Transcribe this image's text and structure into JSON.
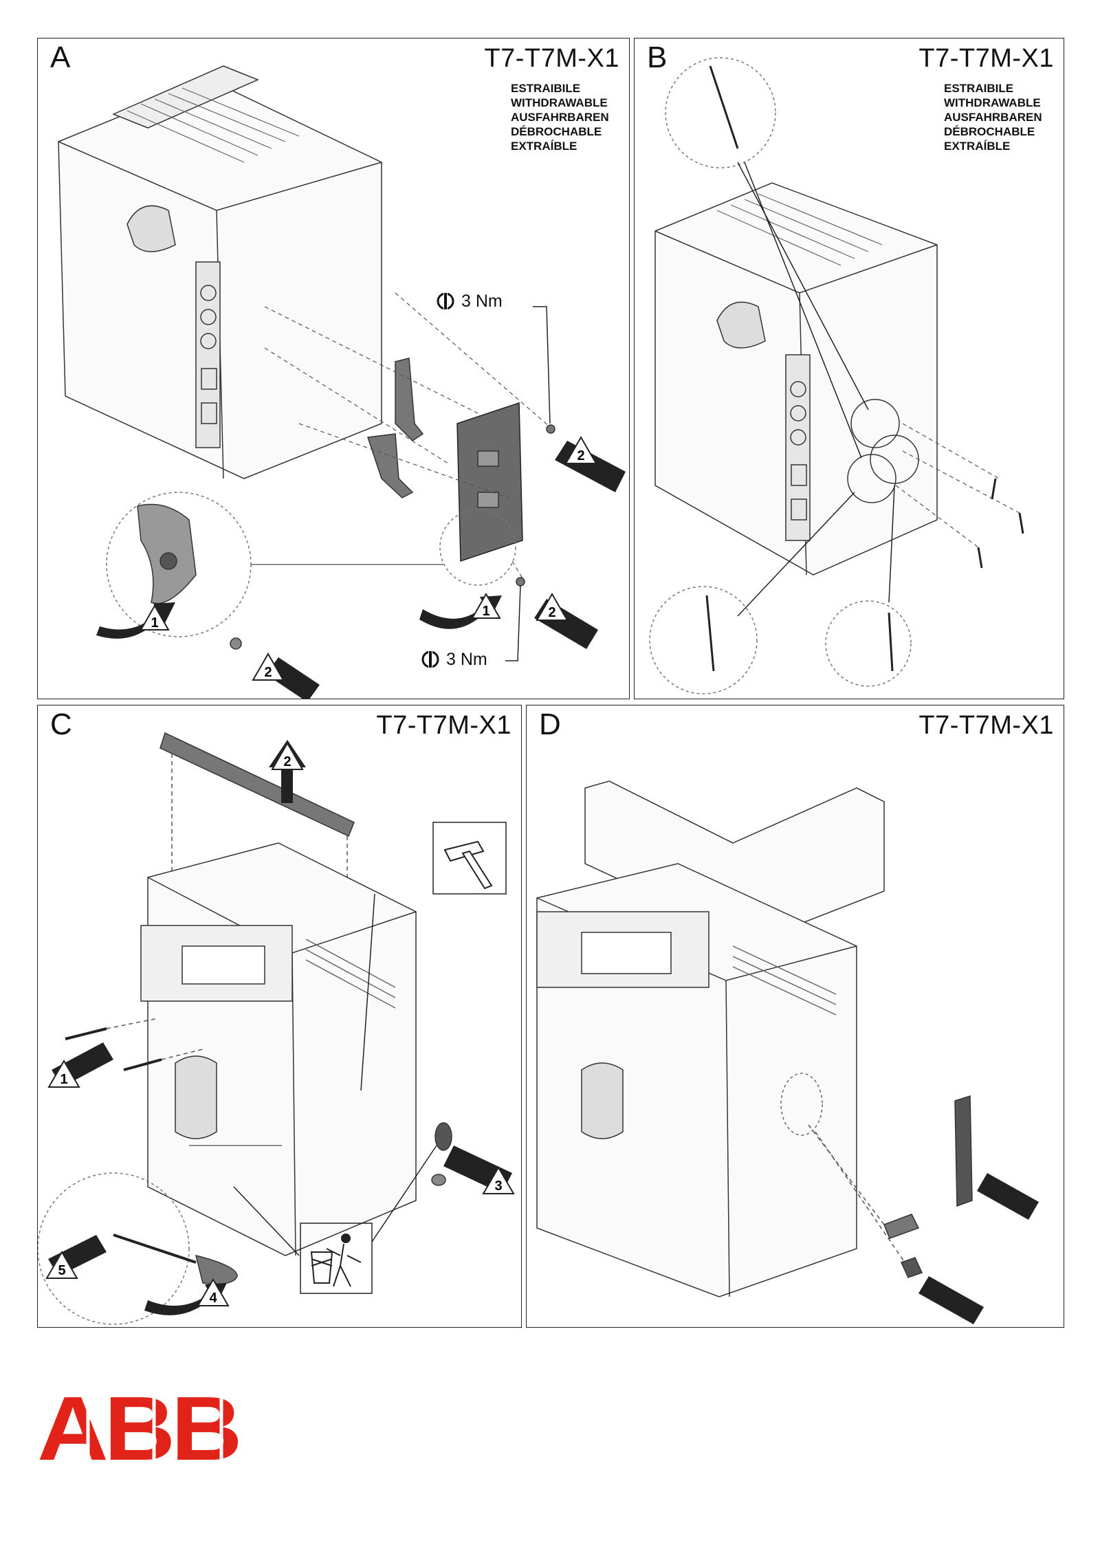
{
  "panels": [
    {
      "letter": "A",
      "model": "T7-T7M-X1",
      "variants": [
        "ESTRAIBILE",
        "WITHDRAWABLE",
        "AUSFAHRBAREN",
        "DÉBROCHABLE",
        "EXTRAÍBLE"
      ],
      "torques": [
        "3 Nm",
        "3 Nm"
      ],
      "steps": [
        "1",
        "2",
        "1",
        "2",
        "2"
      ]
    },
    {
      "letter": "B",
      "model": "T7-T7M-X1",
      "variants": [
        "ESTRAIBILE",
        "WITHDRAWABLE",
        "AUSFAHRBAREN",
        "DÉBROCHABLE",
        "EXTRAÍBLE"
      ]
    },
    {
      "letter": "C",
      "model": "T7-T7M-X1",
      "steps": [
        "1",
        "2",
        "3",
        "4",
        "5"
      ]
    },
    {
      "letter": "D",
      "model": "T7-T7M-X1"
    }
  ],
  "brand": {
    "logo_text": "ABB",
    "color": "#e2231a"
  },
  "icons": [
    "torque-icon",
    "hammer-icon",
    "waste-bin-icon",
    "arrow-icon"
  ]
}
